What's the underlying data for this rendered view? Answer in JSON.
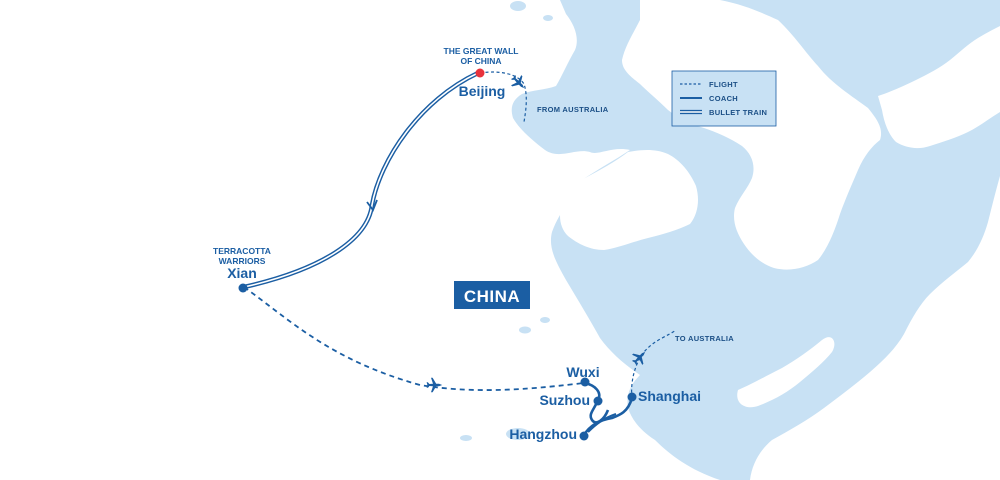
{
  "map": {
    "country_label": "CHINA",
    "cities": {
      "beijing": "Beijing",
      "xian": "Xian",
      "wuxi": "Wuxi",
      "suzhou": "Suzhou",
      "shanghai": "Shanghai",
      "hangzhou": "Hangzhou"
    },
    "attractions": {
      "great_wall_line1": "THE GREAT WALL",
      "great_wall_line2": "OF CHINA",
      "terracotta_line1": "TERRACOTTA",
      "terracotta_line2": "WARRIORS"
    },
    "notes": {
      "from_australia": "FROM AUSTRALIA",
      "to_australia": "TO AUSTRALIA"
    },
    "legend": {
      "flight": "FLIGHT",
      "coach": "COACH",
      "bullet_train": "BULLET TRAIN"
    },
    "colors": {
      "sea": "#c8e1f4",
      "land": "#ffffff",
      "route": "#1b5ea3",
      "highlight": "#e8323c",
      "label_box": "#1b5ea3"
    }
  }
}
